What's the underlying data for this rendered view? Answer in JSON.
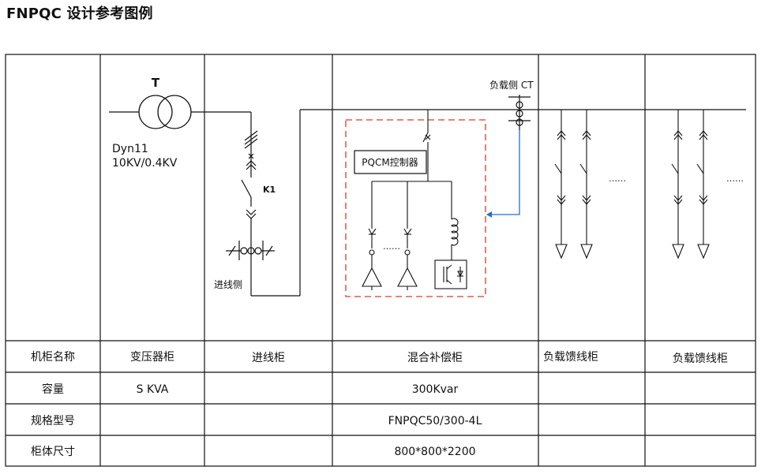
{
  "title": "FNPQC 设计参考图例",
  "diagram": {
    "transformer_label": "T",
    "transformer_conn": "Dyn11",
    "transformer_voltage": "10KV/0.4KV",
    "switch_label": "K1",
    "incoming_side": "进线侧",
    "load_ct": "负载侧 CT",
    "controller": "PQCM控制器",
    "ellipsis": "……",
    "ellipsis2": "……",
    "ellipsis3": "……"
  },
  "table": {
    "rows": [
      {
        "header": "机柜名称",
        "cells": [
          "变压器柜",
          "进线柜",
          "混合补偿柜",
          "负载馈线柜",
          "负载馈线柜"
        ]
      },
      {
        "header": "容量",
        "cells": [
          "S KVA",
          "",
          "300Kvar",
          "",
          ""
        ]
      },
      {
        "header": "规格型号",
        "cells": [
          "",
          "",
          "FNPQC50/300-4L",
          "",
          ""
        ]
      },
      {
        "header": "柜体尺寸",
        "cells": [
          "",
          "",
          "800*800*2200",
          "",
          ""
        ]
      }
    ]
  },
  "colors": {
    "line": "#111111",
    "dashed_box": "#e0392b",
    "ct_signal": "#1f6fd1"
  }
}
